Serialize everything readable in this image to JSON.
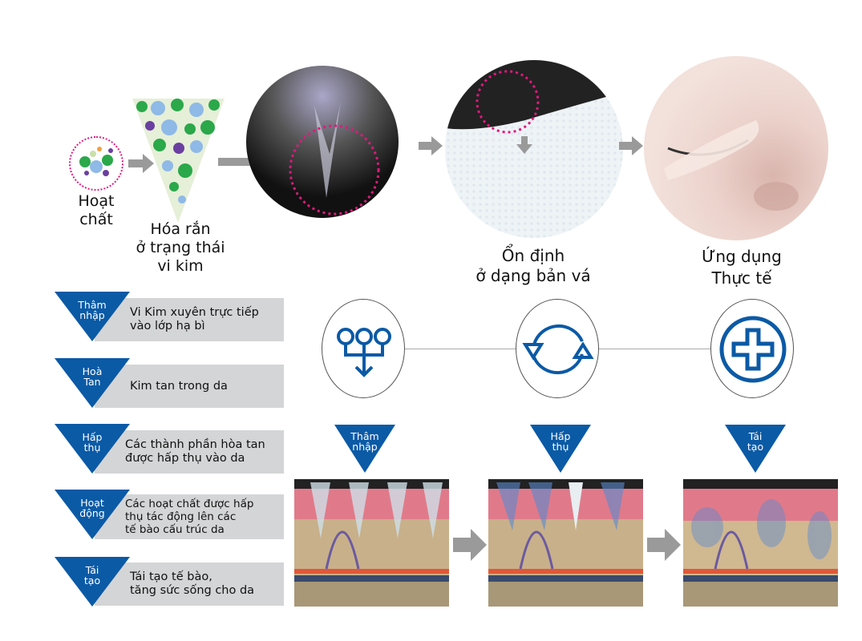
{
  "top_steps": [
    {
      "label_lines": [
        "Hoạt",
        "chất"
      ]
    },
    {
      "label_lines": [
        "Hóa rắn",
        "ở trạng thái",
        "vi kim"
      ]
    },
    {
      "label_lines": [
        "Ổn định",
        "ở dạng bản vá"
      ]
    },
    {
      "label_lines": [
        "Ứng dụng",
        "Thực tế"
      ]
    }
  ],
  "stages": [
    {
      "tag": [
        "Thâm",
        "nhập"
      ],
      "text": [
        "Vi Kim xuyên trực tiếp",
        "vào lớp hạ bì"
      ]
    },
    {
      "tag": [
        "Hoà",
        "Tan"
      ],
      "text": [
        "Kim tan trong da"
      ]
    },
    {
      "tag": [
        "Hấp",
        "thụ"
      ],
      "text": [
        "Các thành phần hòa tan",
        "được hấp thụ vào da"
      ]
    },
    {
      "tag": [
        "Hoạt",
        "động"
      ],
      "text": [
        "Các hoạt chất được hấp",
        "thụ tác động lên các",
        "tế bào cấu trúc da"
      ]
    },
    {
      "tag": [
        "Tái",
        "tạo"
      ],
      "text": [
        "Tái tạo tế bào,",
        "tăng sức sống cho da"
      ]
    }
  ],
  "icon_steps": [
    {
      "icon": "penetration-icon",
      "tag": [
        "Thâm",
        "nhập"
      ]
    },
    {
      "icon": "cycle-icon",
      "tag": [
        "Hấp",
        "thụ"
      ]
    },
    {
      "icon": "medical-cross-icon",
      "tag": [
        "Tái",
        "tạo"
      ]
    }
  ],
  "colors": {
    "brand_blue": "#0b5aa6",
    "panel_gray": "#d4d5d7",
    "arrow_gray": "#9a9a9a",
    "dot_pink": "#e0197d"
  }
}
